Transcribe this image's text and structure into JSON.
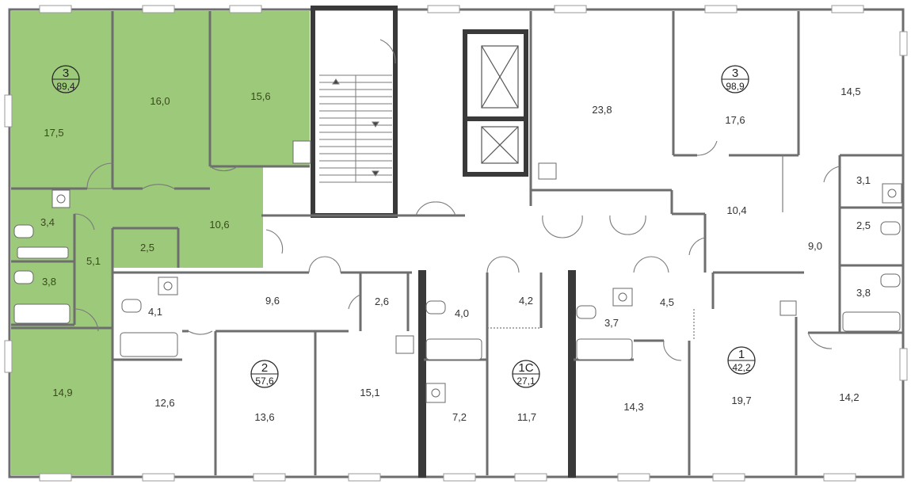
{
  "colors": {
    "highlight": "#9cc97a",
    "wall": "#6e6e6e",
    "core_wall": "#3a3a3a",
    "window": "#cfcfcf"
  },
  "apartments": [
    {
      "id": "apt-3-left",
      "rooms": "3",
      "area": "89,4",
      "highlighted": true
    },
    {
      "id": "apt-3-right",
      "rooms": "3",
      "area": "98,9",
      "highlighted": false
    },
    {
      "id": "apt-2",
      "rooms": "2",
      "area": "57,6",
      "highlighted": false
    },
    {
      "id": "apt-1c",
      "rooms": "1С",
      "area": "27,1",
      "highlighted": false
    },
    {
      "id": "apt-1",
      "rooms": "1",
      "area": "42,2",
      "highlighted": false
    }
  ],
  "room_labels": [
    "17,5",
    "16,0",
    "15,6",
    "10,6",
    "2,5",
    "3,4",
    "5,1",
    "3,8",
    "14,9",
    "23,8",
    "17,6",
    "14,5",
    "3,1",
    "10,4",
    "2,5",
    "9,0",
    "3,8",
    "9,6",
    "2,6",
    "4,1",
    "12,6",
    "13,6",
    "15,1",
    "4,0",
    "4,2",
    "7,2",
    "11,7",
    "3,7",
    "4,5",
    "14,3",
    "19,7",
    "14,2"
  ]
}
